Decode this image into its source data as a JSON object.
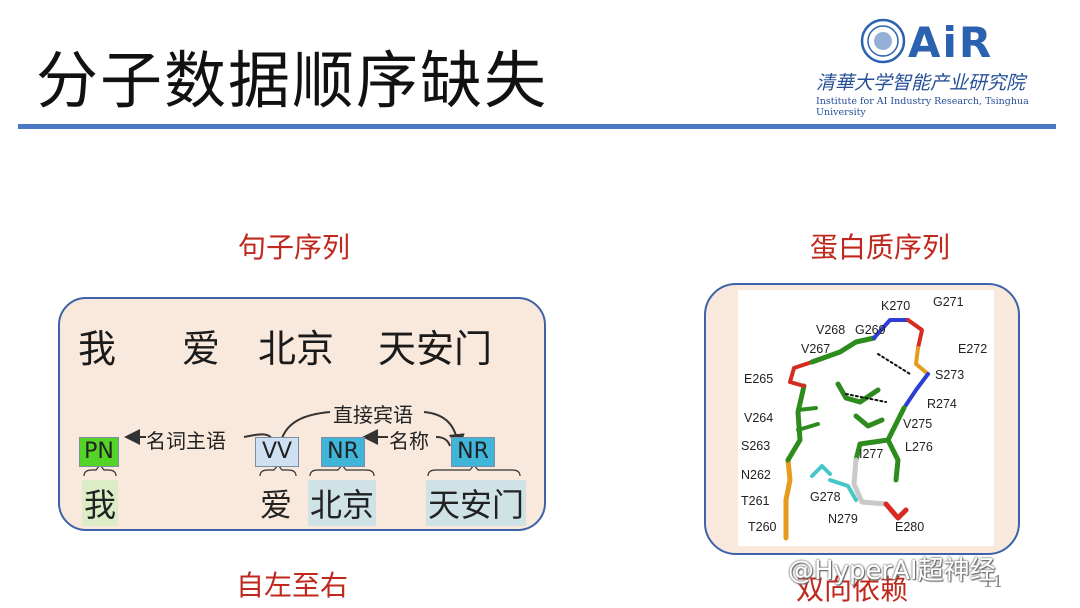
{
  "slide": {
    "title": "分子数据顺序缺失",
    "page_number": "11",
    "watermark": "@HyperAI超神经",
    "accent_color": "#4a78c2",
    "highlight_color": "#c0281e"
  },
  "logo": {
    "brand": "AiR",
    "name_cn": "清華大学智能产业研究院",
    "name_en": "Institute for AI Industry Research, Tsinghua University"
  },
  "left_panel": {
    "heading": "句子序列",
    "caption": "自左至右",
    "sentence": [
      "我",
      "爱",
      "北京",
      "天安门"
    ],
    "tags": [
      {
        "tag": "PN",
        "word": "我",
        "color": "#55d428",
        "word_bg": "#dcecc6"
      },
      {
        "tag": "VV",
        "word": "爱",
        "color": "#cfe0f2",
        "word_bg": ""
      },
      {
        "tag": "NR",
        "word": "北京",
        "color": "#3fb6d9",
        "word_bg": "#cfe3e6"
      },
      {
        "tag": "NR",
        "word": "天安门",
        "color": "#3fb6d9",
        "word_bg": "#cfe3e6"
      }
    ],
    "relations": {
      "subject": "名词主语",
      "direct_object": "直接宾语",
      "name": "名称"
    }
  },
  "right_panel": {
    "heading": "蛋白质序列",
    "caption": "双向依赖",
    "residues": [
      "K270",
      "G271",
      "V268",
      "G269",
      "V267",
      "E272",
      "E265",
      "S273",
      "R274",
      "V264",
      "V275",
      "S263",
      "L276",
      "I277",
      "N262",
      "T261",
      "G278",
      "N279",
      "E280",
      "T260"
    ]
  }
}
